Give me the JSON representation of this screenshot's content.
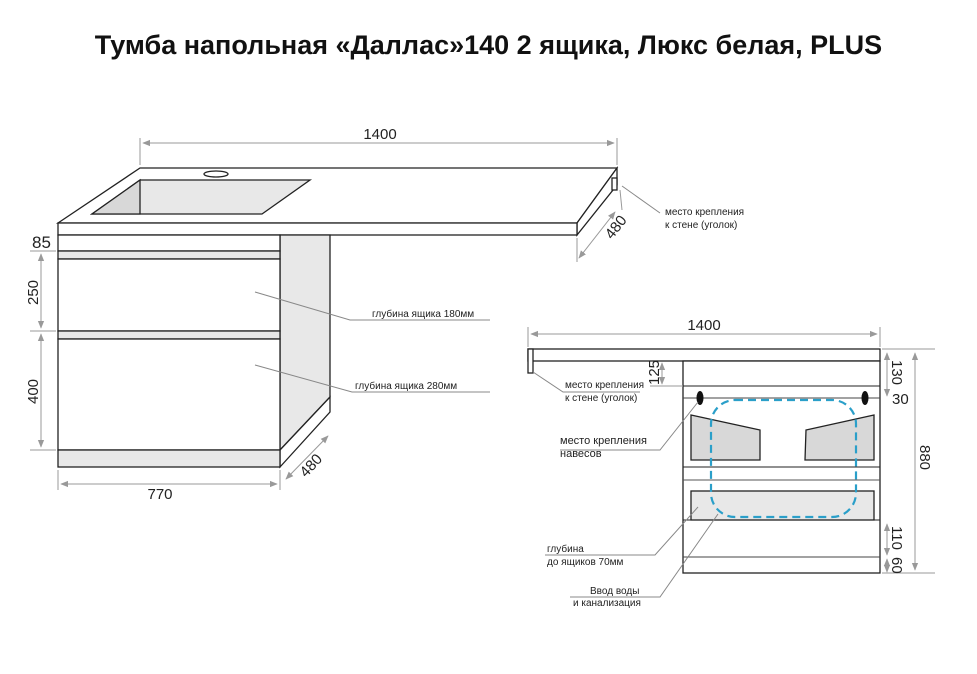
{
  "title": "Тумба напольная «Даллас»140  2 ящика, Люкс белая, PLUS",
  "left_view": {
    "width_total": "1400",
    "depth_top": "480",
    "depth_cabinet": "480",
    "h_top_band": "85",
    "h_drawer1": "250",
    "h_drawer2": "400",
    "width_cabinet": "770",
    "wall_mount_1": "место крепления",
    "wall_mount_2": "к стене (уголок)",
    "drawer1_depth": "глубина ящика 180мм",
    "drawer2_depth": "глубина ящика 280мм"
  },
  "right_view": {
    "width_total": "1400",
    "d125": "125",
    "d130": "130",
    "d30": "30",
    "d880": "880",
    "d110": "110",
    "d60": "60",
    "wall_mount_1": "место крепления",
    "wall_mount_2": "к стене (уголок)",
    "hinge_1": "место крепления",
    "hinge_2": "навесов",
    "depth_1": "глубина",
    "depth_2": "до ящиков 70мм",
    "water_1": "Ввод воды",
    "water_2": "и канализация"
  },
  "colors": {
    "dashed_outline": "#2a9fc9"
  }
}
